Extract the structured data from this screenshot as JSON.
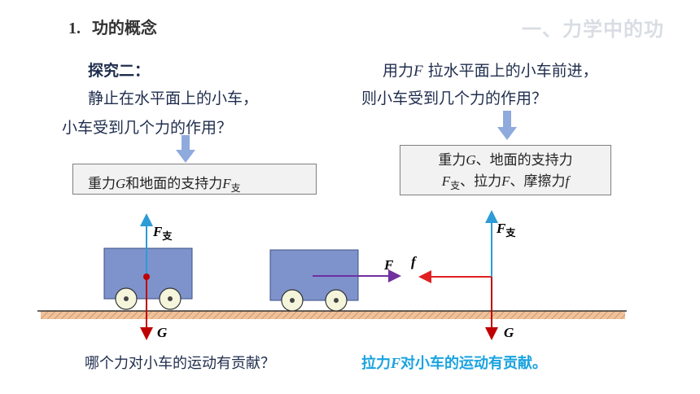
{
  "header": {
    "section_number": "1.",
    "section_title": "功的概念",
    "tag": "一、力学中的功"
  },
  "left_question": {
    "label": "探究二：",
    "line1": "静止在水平面上的小车，",
    "line2": "小车受到几个力的作用？",
    "answer_pre": "重力",
    "answer_G": "G",
    "answer_mid": "和地面的支持力",
    "answer_F": "F",
    "answer_sub": "支"
  },
  "right_question": {
    "line1_pre": "用力",
    "line1_F": "F",
    "line1_post": " 拉水平面上的小车前进，",
    "line2": "则小车受到几个力的作用？",
    "answer_l1_pre": "重力",
    "answer_l1_G": "G",
    "answer_l1_post": "、地面的支持力",
    "answer_l2_F1": "F",
    "answer_l2_sub": "支",
    "answer_l2_mid": "、拉力",
    "answer_l2_F2": "F",
    "answer_l2_mid2": "、摩擦力",
    "answer_l2_f": "f"
  },
  "diagram_labels": {
    "support": "F",
    "support_sub": "支",
    "gravity": "G",
    "pull": "F",
    "friction": "f"
  },
  "bottom": {
    "left": "哪个力对小车的运动有贡献？",
    "right_pre": "拉力",
    "right_F": "F",
    "right_post": "对小车的运动有贡献。"
  },
  "colors": {
    "cart_body": "#7e93cc",
    "ground": "#e8b48a",
    "support_arrow": "#2d9bd6",
    "gravity_arrow": "#c00000",
    "pull_arrow": "#7030a0",
    "friction_arrow": "#e02020",
    "down_arrow": "#8faadc",
    "bottom_right_text": "#1aa3e0"
  }
}
